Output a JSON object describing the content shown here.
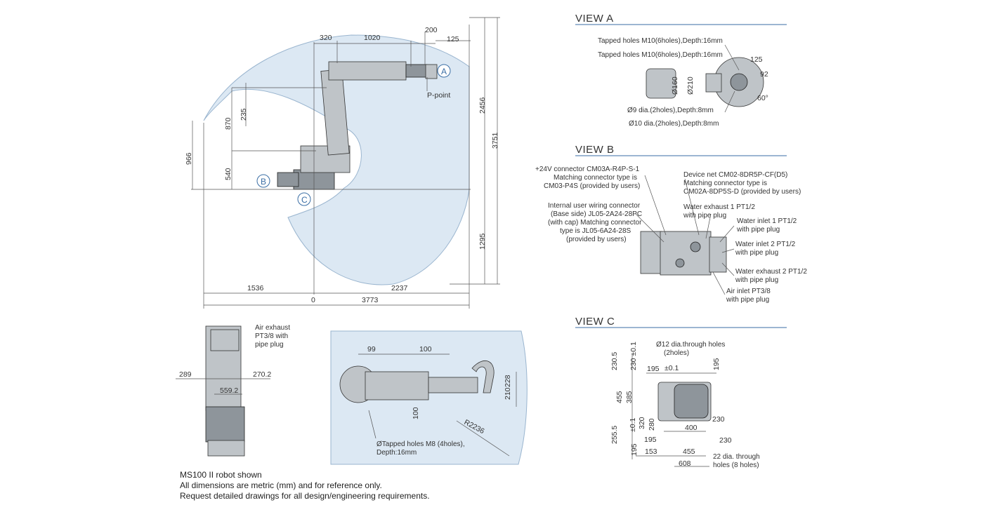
{
  "view_a": {
    "title": "VIEW A",
    "labels": [
      "Tapped holes M10(6holes),Depth:16mm",
      "Tapped holes M10(6holes),Depth:16mm",
      "Ø9  dia.(2holes),Depth:8mm",
      "Ø10  dia.(2holes),Depth:8mm"
    ],
    "dims": [
      "Ø160",
      "Ø210",
      "125",
      "92",
      "60°"
    ]
  },
  "view_b": {
    "title": "VIEW B",
    "left_labels": [
      "+24V connector CM03A-R4P-S-1",
      "Matching connector type is",
      "CM03-P4S (provided by users)",
      "Internal user wiring connector",
      "(Base side) JL05-2A24-28PC",
      "(with cap) Matching connector",
      "type is JL05-6A24-28S",
      "(provided by users)"
    ],
    "right_labels": [
      "Device net CM02-8DR5P-CF(D5)",
      "Matching connector type is",
      "CM02A-8DP5S-D (provided by users)",
      "Water exhaust 1 PT1/2",
      "with pipe plug",
      "Water inlet 1 PT1/2",
      "with pipe plug",
      "Water inlet 2 PT1/2",
      "with pipe plug",
      "Water exhaust 2 PT1/2",
      "with pipe plug",
      "Air inlet PT3/8",
      "with pipe plug"
    ]
  },
  "view_c": {
    "title": "VIEW C",
    "labels": [
      "Ø12 dia.through holes",
      "(2holes)",
      "22 dia. through",
      "holes (8 holes)"
    ],
    "dims": [
      "230.5",
      "230 ±0.1",
      "195",
      "±0.1",
      "195",
      "455",
      "385",
      "255.5",
      "320",
      "±0.1",
      "280",
      "195",
      "400",
      "230",
      "230",
      "195",
      "153",
      "455",
      "608"
    ]
  },
  "main": {
    "top_dims": [
      "320",
      "1020",
      "200",
      "125"
    ],
    "right_dims": [
      "2456",
      "3751",
      "1295"
    ],
    "left_dims": [
      "966",
      "870",
      "235",
      "540"
    ],
    "bottom_dims": [
      "1536",
      "2237",
      "0",
      "3773"
    ],
    "p_point": "P-point",
    "markers": [
      "A",
      "B",
      "C"
    ]
  },
  "side_view": {
    "labels": [
      "Air exhaust",
      "PT3/8 with",
      "pipe plug"
    ],
    "dims": [
      "289",
      "270.2",
      "559.2"
    ]
  },
  "top_view": {
    "dims": [
      "99",
      "100",
      "228",
      "210",
      "100",
      "R2236"
    ],
    "labels": [
      "ØTapped holes M8 (4holes),",
      "Depth:16mm"
    ]
  },
  "notes": [
    "MS100 II robot shown",
    "All dimensions are metric (mm) and for reference only.",
    "Request detailed drawings for all design/engineering requirements."
  ],
  "colors": {
    "envelope": "#dce8f3",
    "accent": "#3a6ea5"
  }
}
